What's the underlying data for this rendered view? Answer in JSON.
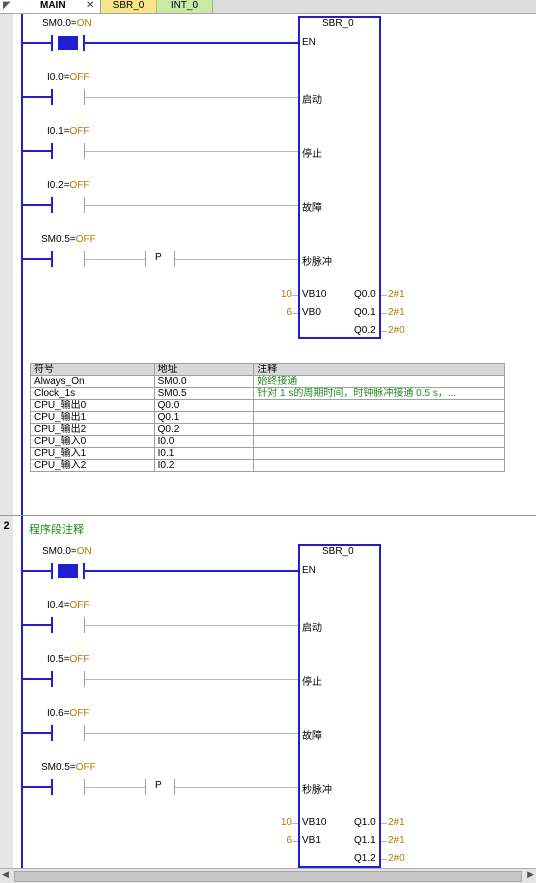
{
  "tabs": {
    "main": "MAIN",
    "sbr0": "SBR_0",
    "int0": "INT_0"
  },
  "network1": {
    "contacts": [
      {
        "name": "SM0.0",
        "state": "ON"
      },
      {
        "name": "I0.0",
        "state": "OFF"
      },
      {
        "name": "I0.1",
        "state": "OFF"
      },
      {
        "name": "I0.2",
        "state": "OFF"
      },
      {
        "name": "SM0.5",
        "state": "OFF"
      }
    ],
    "p_label": "P",
    "block": {
      "title": "SBR_0",
      "inputs": [
        "EN",
        "启动",
        "停止",
        "故障",
        "秒脉冲",
        "VB10",
        "VB0"
      ],
      "input_consts": [
        "10",
        "6"
      ],
      "outputs": [
        "Q0.0",
        "Q0.1",
        "Q0.2"
      ],
      "output_values": [
        "2#1",
        "2#1",
        "2#0"
      ]
    },
    "symbol_table": {
      "headers": [
        "符号",
        "地址",
        "注释"
      ],
      "rows": [
        [
          "Always_On",
          "SM0.0",
          "始终接通"
        ],
        [
          "Clock_1s",
          "SM0.5",
          "针对 1 s的周期时间，时钟脉冲接通 0.5 s，..."
        ],
        [
          "CPU_输出0",
          "Q0.0",
          ""
        ],
        [
          "CPU_输出1",
          "Q0.1",
          ""
        ],
        [
          "CPU_输出2",
          "Q0.2",
          ""
        ],
        [
          "CPU_输入0",
          "I0.0",
          ""
        ],
        [
          "CPU_输入1",
          "I0.1",
          ""
        ],
        [
          "CPU_输入2",
          "I0.2",
          ""
        ]
      ]
    }
  },
  "network2": {
    "number": "2",
    "comment": "程序段注释",
    "contacts": [
      {
        "name": "SM0.0",
        "state": "ON"
      },
      {
        "name": "I0.4",
        "state": "OFF"
      },
      {
        "name": "I0.5",
        "state": "OFF"
      },
      {
        "name": "I0.6",
        "state": "OFF"
      },
      {
        "name": "SM0.5",
        "state": "OFF"
      }
    ],
    "p_label": "P",
    "block": {
      "title": "SBR_0",
      "inputs": [
        "EN",
        "启动",
        "停止",
        "故障",
        "秒脉冲",
        "VB10",
        "VB1"
      ],
      "input_consts": [
        "10",
        "6"
      ],
      "outputs": [
        "Q1.0",
        "Q1.1",
        "Q1.2"
      ],
      "output_values": [
        "2#1",
        "2#1",
        "2#0"
      ]
    }
  },
  "colors": {
    "power_flow": "#1f1fd0",
    "comment_green": "#1a8a1a",
    "state_amber": "#b07a00",
    "tab_sbr": "#f7e58a",
    "tab_int": "#c9e9a6"
  }
}
